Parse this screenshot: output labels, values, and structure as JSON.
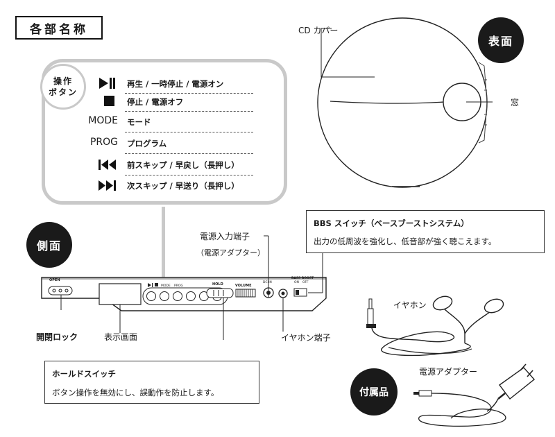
{
  "title": "各部名称",
  "badges": {
    "front": "表面",
    "side": "側面",
    "accessories": "付属品"
  },
  "operation_buttons": {
    "badge_line1": "操作",
    "badge_line2": "ボタン",
    "rows": [
      {
        "symbol": "▶||",
        "description": "再生 / 一時停止 / 電源オン"
      },
      {
        "symbol": "■",
        "description": "停止 / 電源オフ"
      },
      {
        "symbol": "MODE",
        "description": "モード"
      },
      {
        "symbol": "PROG",
        "description": "プログラム"
      },
      {
        "symbol": "|◀◀",
        "description": "前スキップ / 早戻し（長押し）"
      },
      {
        "symbol": "▶▶|",
        "description": "次スキップ / 早送り（長押し）"
      }
    ]
  },
  "front_view": {
    "cd_cover_label": "CD カバー",
    "window_label": "窓"
  },
  "side_view": {
    "labels": {
      "open_lock": "開閉ロック",
      "display": "表示画面",
      "power_input_line1": "電源入力端子",
      "power_input_line2": "（電源アダプター）",
      "earphone_jack": "イヤホン端子"
    },
    "device_text": {
      "open": "OPEN",
      "hold": "HOLD",
      "volume": "VOLUME",
      "mode": "MODE",
      "prog": "PROG",
      "dc_in": "DC IN",
      "bass_boost": "BASS BOOST",
      "on": "ON",
      "off": "OFF"
    }
  },
  "bbs_box": {
    "heading": "BBS スイッチ（ベースブーストシステム）",
    "body": "出力の低周波を強化し、低音部が強く聴こえます。"
  },
  "hold_box": {
    "heading": "ホールドスイッチ",
    "body": "ボタン操作を無効にし、誤動作を防止します。"
  },
  "accessories": {
    "earphones_label": "イヤホン",
    "adapter_label": "電源アダプター"
  }
}
